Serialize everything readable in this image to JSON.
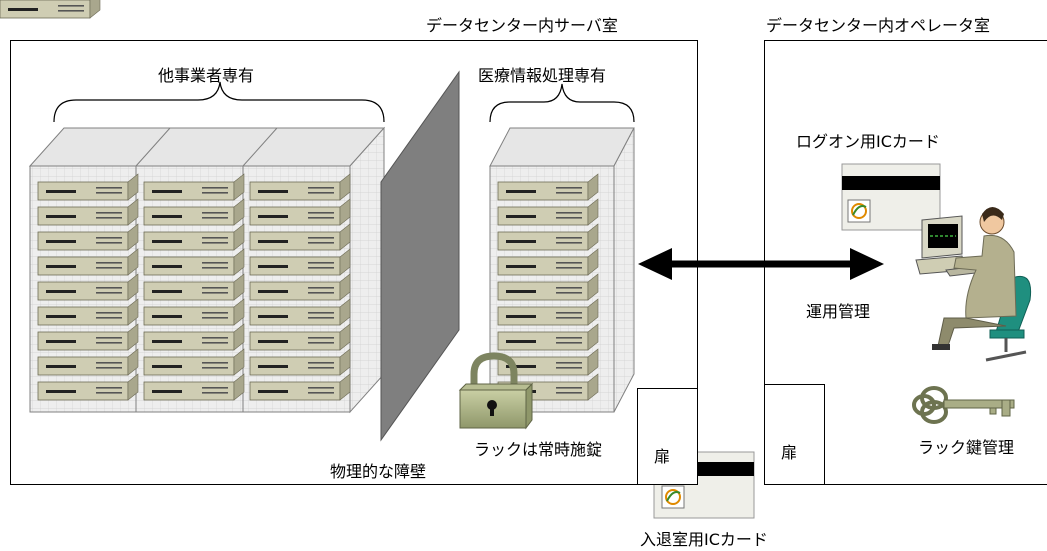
{
  "titles": {
    "server_room": "データセンター内サーバ室",
    "operator_room": "データセンター内オペレータ室"
  },
  "labels": {
    "other_business": "他事業者専有",
    "medical": "医療情報処理専有",
    "wall": "物理的な障壁",
    "rack_locked": "ラックは常時施錠",
    "door_left": "扉",
    "door_right": "扉",
    "logon_card": "ログオン用ICカード",
    "operation": "運用管理",
    "key_management": "ラック鍵管理",
    "entry_card": "入退室用ICカード"
  }
}
